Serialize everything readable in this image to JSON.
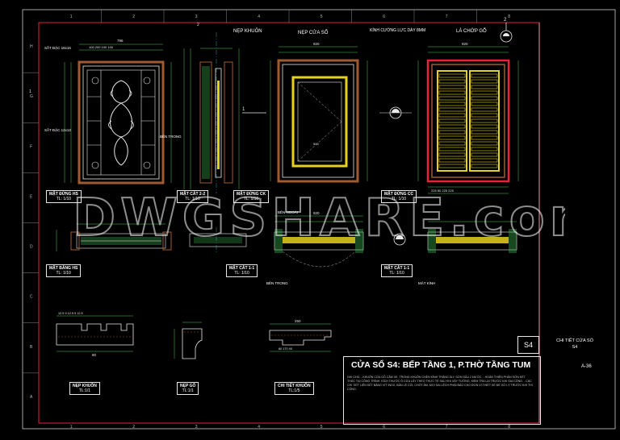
{
  "drawing": {
    "title": "CỬA SỔ S4: BẾP TẦNG 1, P.THỜ TẦNG TUM",
    "sheet_code": "S4",
    "side_title_line1": "CHI TIẾT CỬA SỔ",
    "side_title_line2": "S4",
    "sheet_number": "A-36",
    "watermark": "DWGSHARE.com",
    "notes": "GHI CHÚ: - KHUÔN CỬA GỖ CĂM XE, TRONG KHUÔN CHÈN KÍNH TRẮNG 5LY. SƠN DẦU 2 NƯỚC. - HOÀN THIỆN PHẦN SƠN KẾT THÚC TẠI CÔNG TRÌNH. KÍCH THƯỚC Ô CỬA LẤY THEO THỰC TẾ SAU KHI XÂY TƯỜNG, KIỂM TRA LẠI TRƯỚC KHI GIA CÔNG. - CÁC CHI TIẾT LIÊN KẾT BẰNG VÍT INOX, BẢN LỀ CỐI, CHỐT ÂM. MỌI SAI LỆCH PHẢI BÁO CHO ĐƠN VỊ THIẾT KẾ ĐỂ XỬ LÝ TRƯỚC KHI THI CÔNG."
  },
  "views": [
    {
      "id": "mat-dung-hs",
      "label": "MẶT ĐỨNG HS",
      "scale": "TL: 1/10"
    },
    {
      "id": "mat-cat-2-2",
      "label": "MẶT CẮT 2-2",
      "scale": "TL: 1/10"
    },
    {
      "id": "mat-dung-ck",
      "label": "MẶT ĐỨNG CK",
      "scale": "TL: 1/10"
    },
    {
      "id": "mat-dung-cc",
      "label": "MẶT ĐỨNG CC",
      "scale": "TL: 1/10"
    },
    {
      "id": "mat-bang-hs",
      "label": "MẶT BẰNG HS",
      "scale": "TL: 1/10"
    },
    {
      "id": "mat-cat-1-1-a",
      "label": "MẶT CẮT 1-1",
      "scale": "TL: 1/10"
    },
    {
      "id": "mat-cat-1-1-b",
      "label": "MẶT CẮT 1-1",
      "scale": "TL: 1/10"
    }
  ],
  "details": [
    {
      "id": "nep-khuon",
      "label": "NẸP KHUÔN",
      "scale": "TL:1/1"
    },
    {
      "id": "nep-go",
      "label": "NẸP GỖ",
      "scale": "TL:1/1"
    },
    {
      "id": "chi-tiet-khuon",
      "label": "CHI TIẾT KHUÔN",
      "scale": "TL:1/5"
    }
  ],
  "callouts": {
    "nep_khuon": "NẸP KHUÔN",
    "nep_cua_so": "NẸP CỬA SỔ",
    "kinh_cuong_luc": "KÍNH CƯỜNG LỰC DÀY 8MM",
    "la_cuoc": "LÁ CHỚP GỖ",
    "mat_kinh": "MẶT KÍNH",
    "ben_trong": "BÊN TRONG",
    "ben_ngoai": "BÊN NGOÀI",
    "sat_dac_a": "SẮT ĐẶC 16x16",
    "sat_dac_b": "SẮT ĐẶC 12x12"
  },
  "dimensions": {
    "hs_total": "796",
    "hs_sub": [
      "100",
      "200",
      "100",
      "100"
    ],
    "ck_top": "920",
    "ck_inner": "500",
    "ck_height": "1200",
    "cc_top": "920",
    "cc_bottom": [
      "225",
      "80",
      "225",
      "225"
    ],
    "plan_width": "920",
    "nep_khuon_w": "80",
    "nep_khuon_subs": [
      "12.5",
      "9",
      "12.5",
      "9",
      "12.5"
    ],
    "chi_tiet_khuon_w": "250",
    "chi_tiet_khuon_sub": [
      "60",
      "170",
      "40"
    ],
    "cut_marks": [
      "1",
      "1",
      "2",
      "2"
    ]
  },
  "grid": {
    "letters": [
      "H",
      "G",
      "F",
      "E",
      "D",
      "C",
      "B",
      "A"
    ],
    "numbers": [
      "1",
      "2",
      "3",
      "4",
      "5",
      "6",
      "7",
      "8"
    ]
  },
  "colors": {
    "frame_red": "#e8203c",
    "line_white": "#e8e8e8",
    "glass_yellow": "#e6d21a",
    "wood_brown": "#a05a30",
    "hatch_green": "#3cb450",
    "dim_green": "#50c850",
    "cyan": "#40c8d8"
  }
}
